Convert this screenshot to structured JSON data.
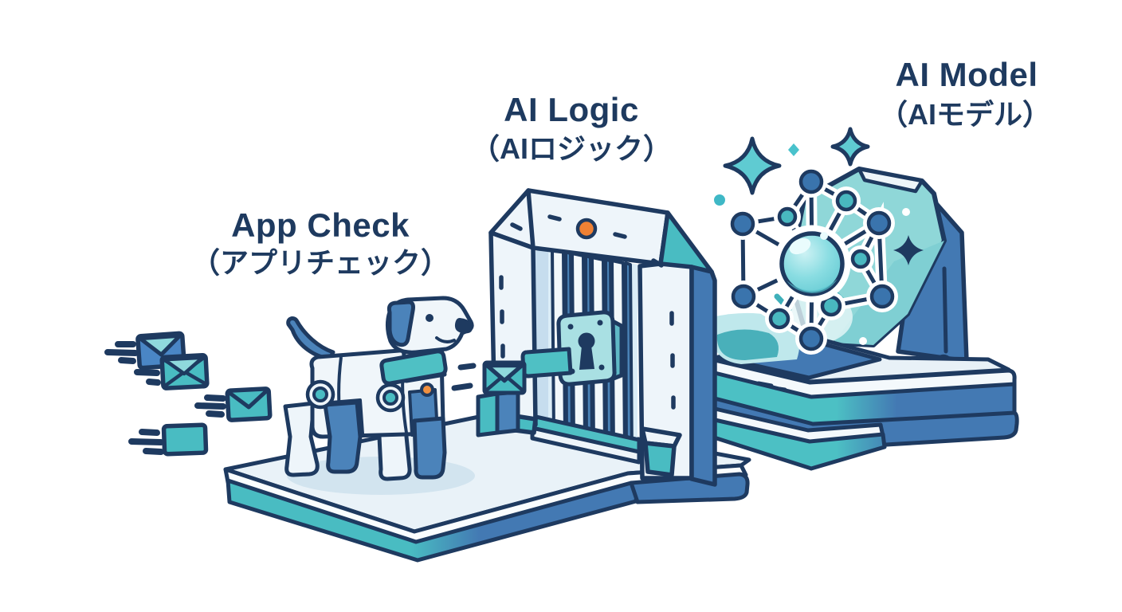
{
  "labels": {
    "app_check": {
      "title": "App Check",
      "subtitle": "（アプリチェック）"
    },
    "ai_logic": {
      "title": "AI Logic",
      "subtitle": "（AIロジック）"
    },
    "ai_model": {
      "title": "AI Model",
      "subtitle": "（AIモデル）"
    }
  },
  "scene": {
    "left_group": {
      "icon": "envelope-icon",
      "envelope_count": 5,
      "speed_lines": true
    },
    "middle_group": {
      "icon": "robot-dog-icon",
      "gate_icon": "locked-gate-icon",
      "lock_icon": "keyhole-lock-icon"
    },
    "right_group": {
      "icon": "neural-network-icon",
      "sphere_icon": "ai-core-sphere-icon",
      "sparkle_icon": "sparkle-icon",
      "blue_nodes": 6,
      "teal_nodes": 5
    }
  },
  "palette": {
    "outline_navy": "#1e3a60",
    "text_navy": "#1e3a5f",
    "blue": "#4379b3",
    "blue_light": "#4b83ba",
    "envelope_blue": "#4a86c5",
    "teal": "#49bcc2",
    "teal_deep": "#3fb0ba",
    "teal_panel": "#8fd7d8",
    "teal_pale": "#a9e0e3",
    "sphere": "#7fd8de",
    "ice_white": "#eef5fa",
    "orange": "#ef8134",
    "shadow_blue": "#d2e4ef",
    "background": "#ffffff"
  }
}
